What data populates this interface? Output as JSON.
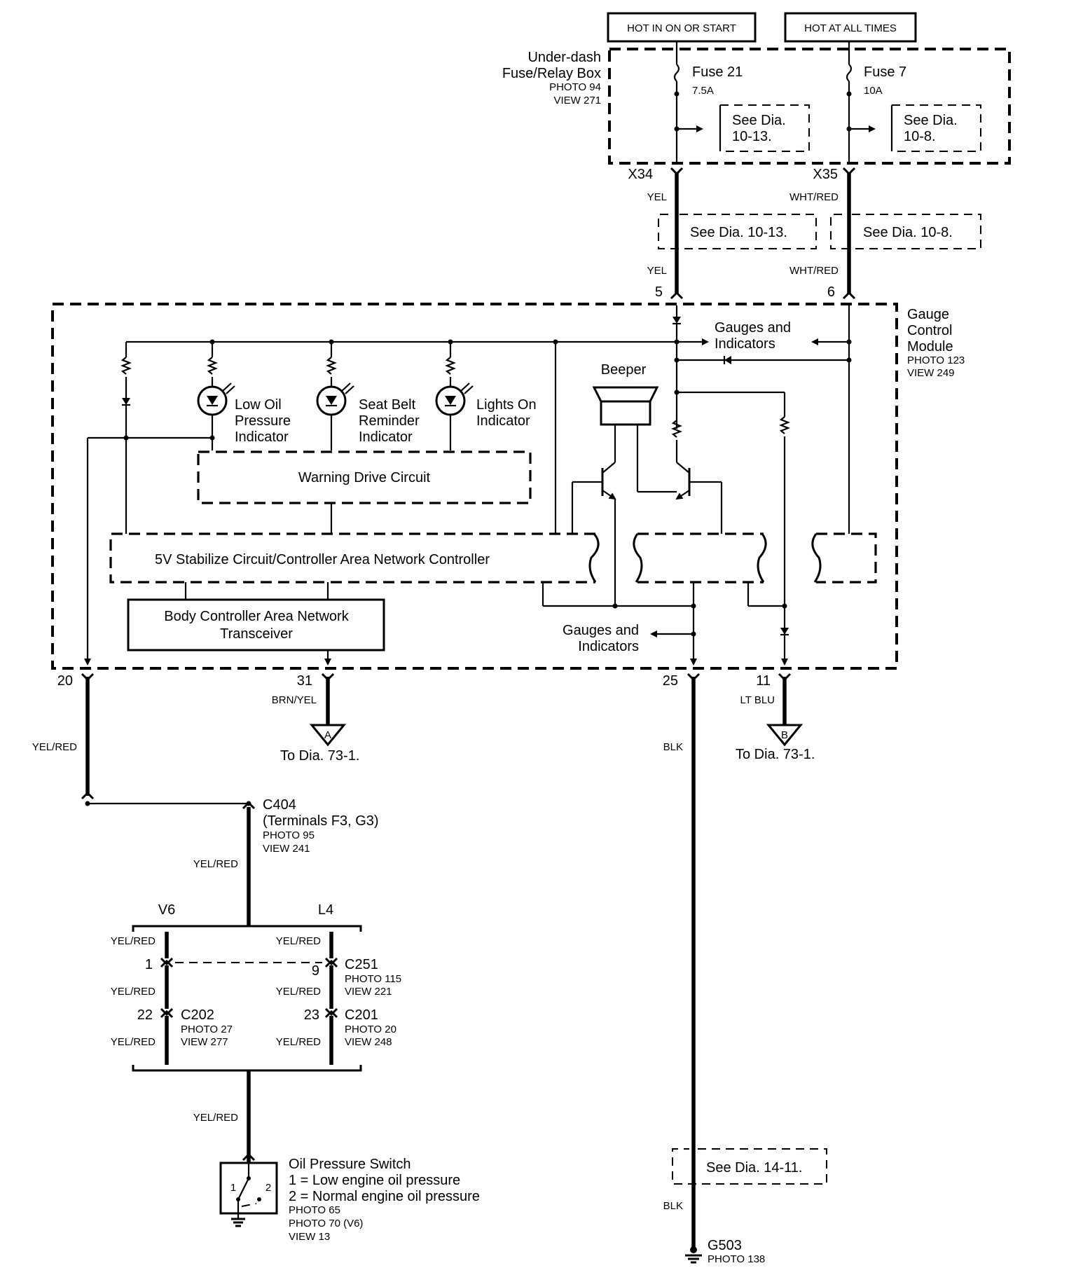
{
  "hot_in_on_or_start": "HOT IN ON OR START",
  "hot_at_all_times": "HOT AT ALL TIMES",
  "fuse_box": {
    "line1": "Under-dash",
    "line2": "Fuse/Relay Box",
    "photo": "PHOTO 94",
    "view": "VIEW 271"
  },
  "fuse21": {
    "name": "Fuse 21",
    "rating": "7.5A",
    "see1": "See Dia.",
    "see2": "10-13."
  },
  "fuse7": {
    "name": "Fuse 7",
    "rating": "10A",
    "see1": "See Dia.",
    "see2": "10-8."
  },
  "x34": "X34",
  "x35": "X35",
  "yel": "YEL",
  "wht_red": "WHT/RED",
  "see_10_13": "See Dia. 10-13.",
  "see_10_8": "See Dia. 10-8.",
  "pin5": "5",
  "pin6": "6",
  "gcm": {
    "line1": "Gauge",
    "line2": "Control",
    "line3": "Module",
    "photo": "PHOTO 123",
    "view": "VIEW 249"
  },
  "gauges_top_1": "Gauges and",
  "gauges_top_2": "Indicators",
  "beeper": "Beeper",
  "low_oil": [
    "Low Oil",
    "Pressure",
    "Indicator"
  ],
  "seat_belt": [
    "Seat Belt",
    "Reminder",
    "Indicator"
  ],
  "lights_on": [
    "Lights On",
    "Indicator"
  ],
  "warning_drive": "Warning Drive Circuit",
  "stabilize": "5V Stabilize Circuit/Controller Area Network Controller",
  "transceiver": [
    "Body Controller Area Network",
    "Transceiver"
  ],
  "gauges_bottom_1": "Gauges and",
  "gauges_bottom_2": "Indicators",
  "pin20": "20",
  "pin31": "31",
  "pin25": "25",
  "pin11": "11",
  "brn_yel": "BRN/YEL",
  "lt_blu": "LT BLU",
  "yel_red": "YEL/RED",
  "blk": "BLK",
  "marker_a": "A",
  "marker_b": "B",
  "to_dia": "To Dia. 73-1.",
  "c404": {
    "name": "C404",
    "terminals": "(Terminals F3, G3)",
    "photo": "PHOTO 95",
    "view": "VIEW 241"
  },
  "v6": "V6",
  "l4": "L4",
  "pin1": "1",
  "pin9": "9",
  "pin22": "22",
  "pin23": "23",
  "c251": {
    "name": "C251",
    "photo": "PHOTO 115",
    "view": "VIEW 221"
  },
  "c202": {
    "name": "C202",
    "photo": "PHOTO 27",
    "view": "VIEW 277"
  },
  "c201": {
    "name": "C201",
    "photo": "PHOTO 20",
    "view": "VIEW 248"
  },
  "oil_switch": {
    "title": "Oil Pressure Switch",
    "line1": "1 = Low engine oil pressure",
    "line2": "2 = Normal engine oil pressure",
    "photo1": "PHOTO 65",
    "photo2": "PHOTO 70 (V6)",
    "view": "VIEW 13",
    "t1": "1",
    "t2": "2"
  },
  "see_14_11": "See Dia. 14-11.",
  "g503": {
    "name": "G503",
    "photo": "PHOTO 138"
  }
}
